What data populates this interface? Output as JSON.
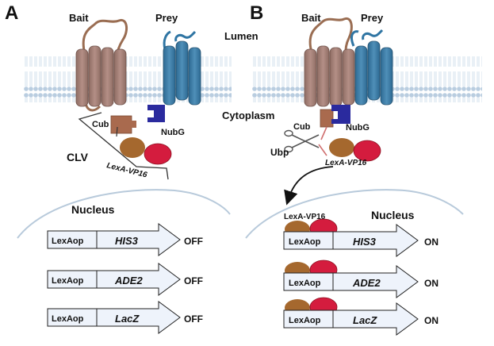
{
  "panels": {
    "a": {
      "letter": "A",
      "bait": "Bait",
      "prey": "Prey",
      "cub": "Cub",
      "nubg": "NubG",
      "clv": "CLV",
      "lexa": "LexA-VP16",
      "nucleus": "Nucleus",
      "reporters": [
        {
          "promoter": "LexAop",
          "gene": "HIS3",
          "state": "OFF"
        },
        {
          "promoter": "LexAop",
          "gene": "ADE2",
          "state": "OFF"
        },
        {
          "promoter": "LexAop",
          "gene": "LacZ",
          "state": "OFF"
        }
      ]
    },
    "b": {
      "letter": "B",
      "bait": "Bait",
      "prey": "Prey",
      "cub": "Cub",
      "nubg": "NubG",
      "ubp": "Ubp",
      "lexa": "LexA-VP16",
      "lexa_nuclear": "LexA-VP16",
      "nucleus": "Nucleus",
      "reporters": [
        {
          "promoter": "LexAop",
          "gene": "HIS3",
          "state": "ON"
        },
        {
          "promoter": "LexAop",
          "gene": "ADE2",
          "state": "ON"
        },
        {
          "promoter": "LexAop",
          "gene": "LacZ",
          "state": "ON"
        }
      ]
    }
  },
  "compartments": {
    "lumen": "Lumen",
    "cytoplasm": "Cytoplasm"
  },
  "colors": {
    "bait": "#a8837a",
    "prey": "#3f7fa8",
    "cub": "#a96a4e",
    "nubg": "#2a2a9e",
    "lexa": "#a5682e",
    "vp16": "#d41c3e",
    "reporter_arrow": "#eef3fb"
  }
}
